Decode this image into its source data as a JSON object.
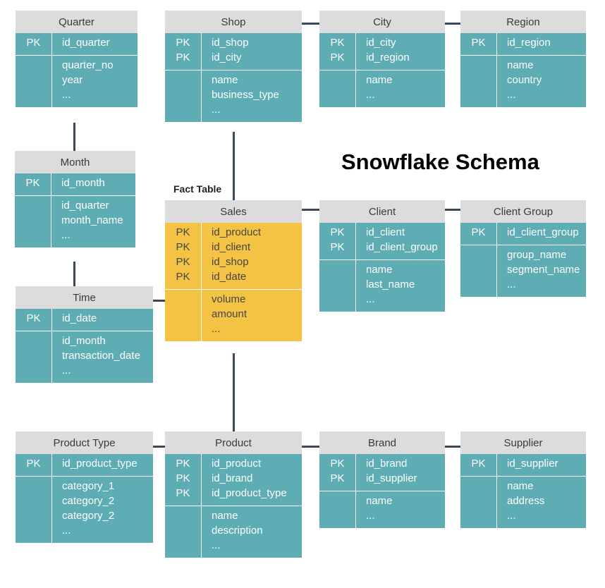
{
  "title": "Snowflake Schema",
  "fact_label": "Fact Table",
  "colors": {
    "header": "#dcdcdc",
    "dimension": "#5eadb5",
    "fact": "#f5c343",
    "connector": "#3b4a5a"
  },
  "tables": [
    {
      "id": "quarter",
      "name": "Quarter",
      "fact": false,
      "keys": [
        {
          "pk": "PK",
          "field": "id_quarter"
        }
      ],
      "fields": [
        "quarter_no",
        "year",
        "..."
      ]
    },
    {
      "id": "month",
      "name": "Month",
      "fact": false,
      "keys": [
        {
          "pk": "PK",
          "field": "id_month"
        }
      ],
      "fields": [
        "id_quarter",
        "month_name",
        "..."
      ]
    },
    {
      "id": "time",
      "name": "Time",
      "fact": false,
      "keys": [
        {
          "pk": "PK",
          "field": "id_date"
        }
      ],
      "fields": [
        "id_month",
        "transaction_date",
        "..."
      ]
    },
    {
      "id": "shop",
      "name": "Shop",
      "fact": false,
      "keys": [
        {
          "pk": "PK",
          "field": "id_shop"
        },
        {
          "pk": "PK",
          "field": "id_city"
        }
      ],
      "fields": [
        "name",
        "business_type",
        "..."
      ]
    },
    {
      "id": "city",
      "name": "City",
      "fact": false,
      "keys": [
        {
          "pk": "PK",
          "field": "id_city"
        },
        {
          "pk": "PK",
          "field": "id_region"
        }
      ],
      "fields": [
        "name",
        "..."
      ]
    },
    {
      "id": "region",
      "name": "Region",
      "fact": false,
      "keys": [
        {
          "pk": "PK",
          "field": "id_region"
        }
      ],
      "fields": [
        "name",
        "country",
        "..."
      ]
    },
    {
      "id": "sales",
      "name": "Sales",
      "fact": true,
      "keys": [
        {
          "pk": "PK",
          "field": "id_product"
        },
        {
          "pk": "PK",
          "field": "id_client"
        },
        {
          "pk": "PK",
          "field": "id_shop"
        },
        {
          "pk": "PK",
          "field": "id_date"
        }
      ],
      "fields": [
        "volume",
        "amount",
        "..."
      ]
    },
    {
      "id": "client",
      "name": "Client",
      "fact": false,
      "keys": [
        {
          "pk": "PK",
          "field": "id_client"
        },
        {
          "pk": "PK",
          "field": "id_client_group"
        }
      ],
      "fields": [
        "name",
        "last_name",
        "..."
      ]
    },
    {
      "id": "client-group",
      "name": "Client Group",
      "fact": false,
      "keys": [
        {
          "pk": "PK",
          "field": "id_client_group"
        }
      ],
      "fields": [
        "group_name",
        "segment_name",
        "..."
      ]
    },
    {
      "id": "product-type",
      "name": "Product Type",
      "fact": false,
      "keys": [
        {
          "pk": "PK",
          "field": "id_product_type"
        }
      ],
      "fields": [
        "category_1",
        "category_2",
        "category_2",
        "..."
      ]
    },
    {
      "id": "product",
      "name": "Product",
      "fact": false,
      "keys": [
        {
          "pk": "PK",
          "field": "id_product"
        },
        {
          "pk": "PK",
          "field": "id_brand"
        },
        {
          "pk": "PK",
          "field": "id_product_type"
        }
      ],
      "fields": [
        "name",
        "description",
        "..."
      ]
    },
    {
      "id": "brand",
      "name": "Brand",
      "fact": false,
      "keys": [
        {
          "pk": "PK",
          "field": "id_brand"
        },
        {
          "pk": "PK",
          "field": "id_supplier"
        }
      ],
      "fields": [
        "name",
        "..."
      ]
    },
    {
      "id": "supplier",
      "name": "Supplier",
      "fact": false,
      "keys": [
        {
          "pk": "PK",
          "field": "id_supplier"
        }
      ],
      "fields": [
        "name",
        "address",
        "..."
      ]
    }
  ],
  "relations": [
    [
      "quarter",
      "month"
    ],
    [
      "month",
      "time"
    ],
    [
      "time",
      "sales"
    ],
    [
      "shop",
      "sales"
    ],
    [
      "shop",
      "city"
    ],
    [
      "city",
      "region"
    ],
    [
      "sales",
      "client"
    ],
    [
      "client",
      "client-group"
    ],
    [
      "sales",
      "product"
    ],
    [
      "product-type",
      "product"
    ],
    [
      "product",
      "brand"
    ],
    [
      "brand",
      "supplier"
    ]
  ]
}
